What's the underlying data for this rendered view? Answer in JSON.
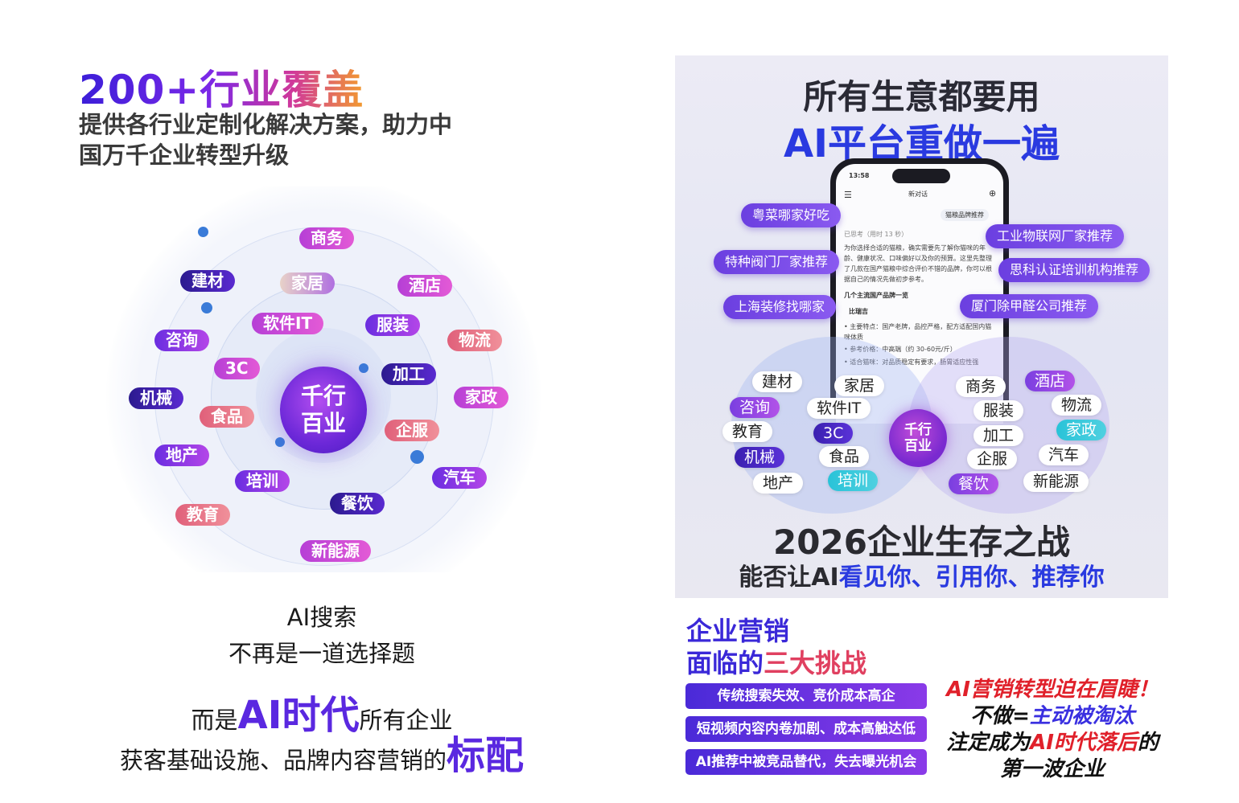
{
  "left": {
    "title": "200+行业覆盖",
    "subtitle": "提供各行业定制化解决方案，助力中国万千企业转型升级",
    "core": [
      "千行",
      "百业"
    ],
    "tags": [
      "商务",
      "建材",
      "家居",
      "酒店",
      "软件IT",
      "服装",
      "咨询",
      "物流",
      "3C",
      "加工",
      "机械",
      "家政",
      "食品",
      "企服",
      "地产",
      "汽车",
      "培训",
      "餐饮",
      "教育",
      "新能源"
    ],
    "line1": "AI搜索",
    "line2": "不再是一道选择题",
    "line3_a": "而是",
    "line3_b": "AI时代",
    "line3_c": "所有企业",
    "line4_a": "获客基础设施、品牌内容营销的",
    "line4_b": "标配"
  },
  "poster": {
    "headline1": "所有生意都要用",
    "headline2": "AI平台重做一遍",
    "phone": {
      "time": "13:58",
      "chat_title": "新对话",
      "user_msg": "猫粮品牌推荐",
      "thinking": "已思考（用时 13 秒）",
      "p1": "为你选择合适的猫粮，确实需要先了解你猫咪的年龄、健康状况、口味偏好以及你的预算。这里先整理了几款在国产猫粮中综合评价不错的品牌，你可以根据自己的情况先做初步参考。",
      "list_title": "几个主流国产品牌一览",
      "brand": "比瑞吉",
      "b1": "• 主要特点：国产老牌，品控严格，配方适配国内猫咪体质",
      "b2": "• 参考价格：中高端（约 30-60元/斤）",
      "b3": "• 适合猫咪：对品质稳定有要求，肠胃适应性强"
    },
    "chips": [
      "粤菜哪家好吃",
      "工业物联网厂家推荐",
      "特种阀门厂家推荐",
      "思科认证培训机构推荐",
      "上海装修找哪家",
      "厦门除甲醛公司推荐"
    ],
    "core": [
      "千行",
      "百业"
    ],
    "tags": [
      "建材",
      "家居",
      "商务",
      "酒店",
      "咨询",
      "软件IT",
      "服装",
      "物流",
      "教育",
      "3C",
      "加工",
      "家政",
      "机械",
      "食品",
      "企服",
      "汽车",
      "地产",
      "培训",
      "餐饮",
      "新能源"
    ],
    "headline3": "2026企业生存之战",
    "headline4_a": "能否让AI",
    "headline4_b": "看见你、引用你、推荐你"
  },
  "challenges": {
    "title1": "企业营销",
    "title2_a": "面临的",
    "title2_b": "三大挑战",
    "items": [
      "传统搜索失效、竞价成本高企",
      "短视频内容内卷加剧、成本高触达低",
      "AI推荐中被竞品替代，失去曝光机会"
    ]
  },
  "warning": {
    "line1": "AI营销转型迫在眉睫！",
    "line2_a": "不做=",
    "line2_b": "主动被淘汰",
    "line3_a": "注定成为",
    "line3_b": "AI时代落后",
    "line3_c": "的",
    "line4": "第一波企业"
  }
}
